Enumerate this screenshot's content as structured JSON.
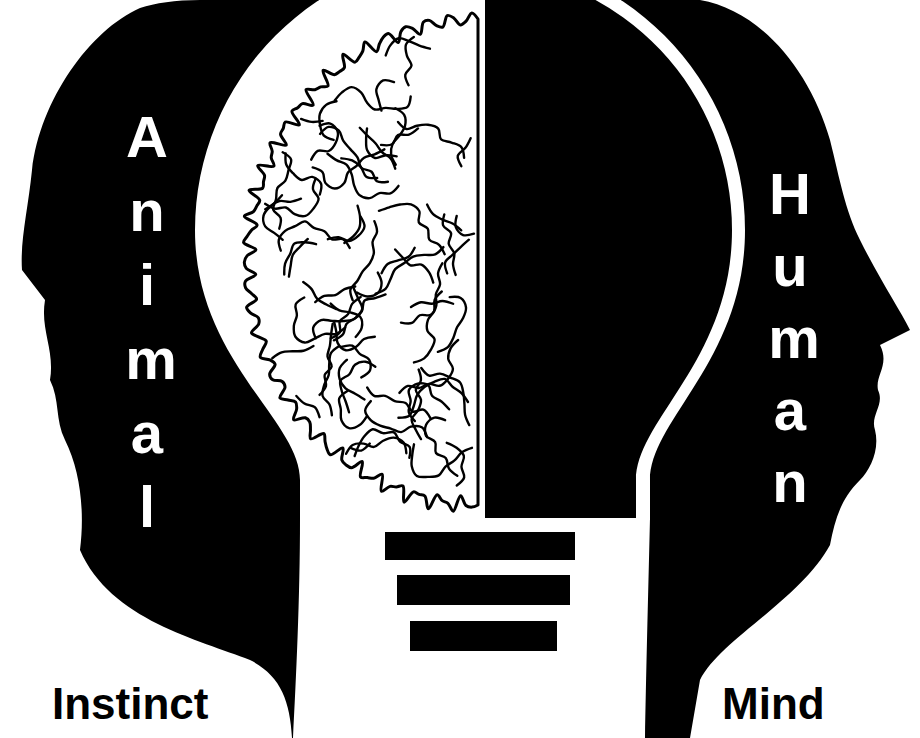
{
  "diagram": {
    "labels": [
      "Animal",
      "Human",
      "Instinct",
      "Mind"
    ]
  }
}
